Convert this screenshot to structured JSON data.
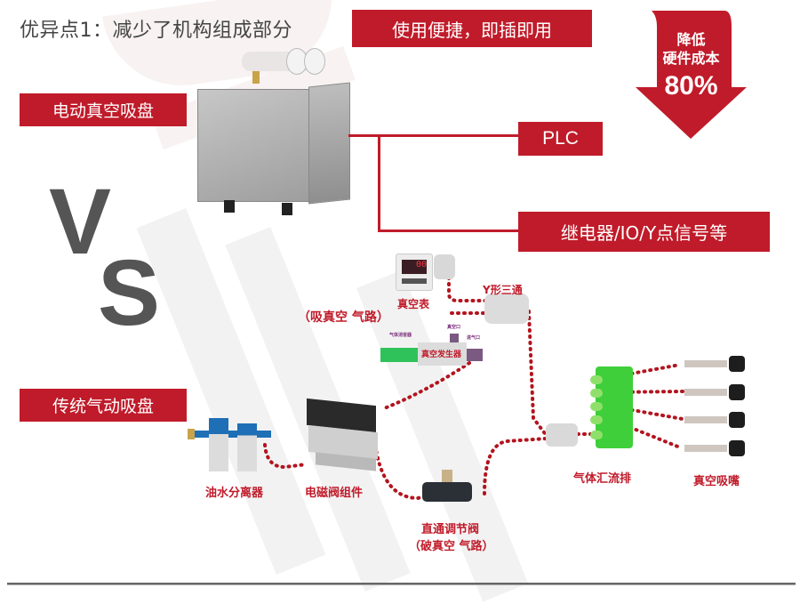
{
  "header": {
    "title": "优异点1：减少了机构组成部分",
    "tagline": "使用便捷，即插即用"
  },
  "cost_badge": {
    "line1": "降低",
    "line2": "硬件成本",
    "value": "80%",
    "color": "#c01b2a"
  },
  "electric": {
    "label": "电动真空吸盘",
    "connections": [
      "PLC",
      "继电器/IO/Y点信号等"
    ]
  },
  "vs": {
    "v": "V",
    "s": "S"
  },
  "traditional": {
    "label": "传统气动吸盘",
    "components": {
      "vacuum_gauge": "真空表",
      "y_fitting": "Y形三通",
      "suction_path": "（吸真空 气路）",
      "vacuum_generator": "真空发生器",
      "generator_sublabels": [
        "气体消音器",
        "真空口",
        "进气口"
      ],
      "oil_water_separator": "油水分离器",
      "solenoid_valve": "电磁阀组件",
      "inline_valve": "直通调节阀",
      "break_path": "（破真空 气路）",
      "manifold": "气体汇流排",
      "suction_nozzle": "真空吸嘴"
    }
  }
}
